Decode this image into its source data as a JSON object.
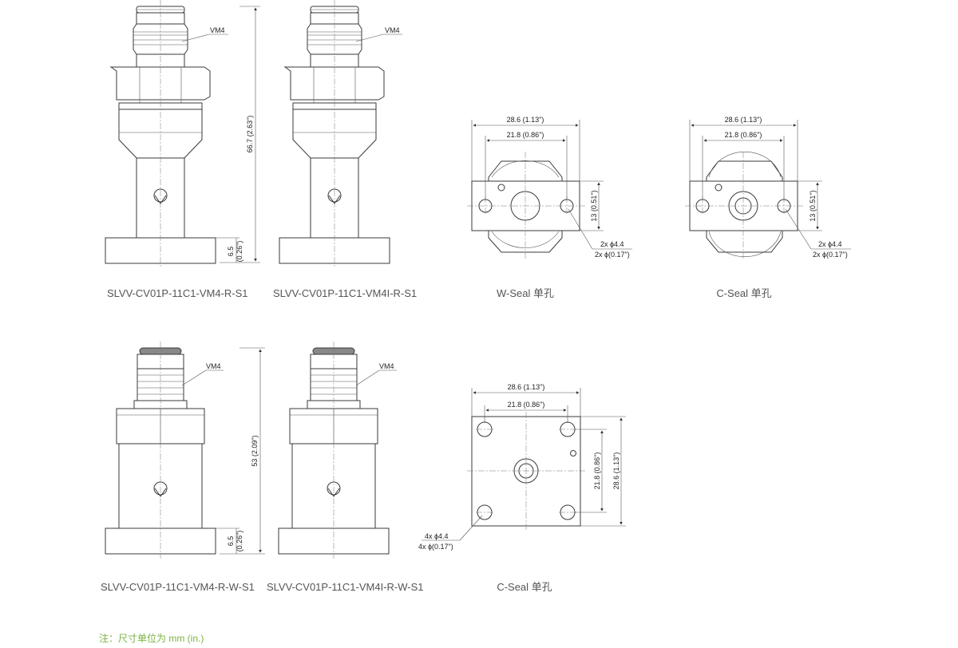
{
  "parts": {
    "p1": "SLVV-CV01P-11C1-VM4-R-S1",
    "p2": "SLVV-CV01P-11C1-VM4I-R-S1",
    "p3": "SLVV-CV01P-11C1-VM4-R-W-S1",
    "p4": "SLVV-CV01P-11C1-VM4I-R-W-S1"
  },
  "views": {
    "wseal": "W-Seal 单孔",
    "cseal_top": "C-Seal 单孔",
    "cseal_bottom": "C-Seal 单孔"
  },
  "callouts": {
    "vm4": "VM4"
  },
  "dims": {
    "height_tall": "66.7 (2.63\")",
    "height_short": "53 (2.09\")",
    "base_h1": "6.5",
    "base_h2": "(0.26\")",
    "width_outer": "28.6 (1.13\")",
    "width_inner": "21.8 (0.86\")",
    "height_13": "13 (0.51\")",
    "height_218": "21.8 (0.86\")",
    "height_286": "28.6 (1.13\")",
    "hole2_mm": "2x ϕ4.4",
    "hole2_in": "2x ϕ(0.17\")",
    "hole4_mm": "4x ϕ4.4",
    "hole4_in": "4x ϕ(0.17\")"
  },
  "note": "注：尺寸单位为 mm (in.)"
}
